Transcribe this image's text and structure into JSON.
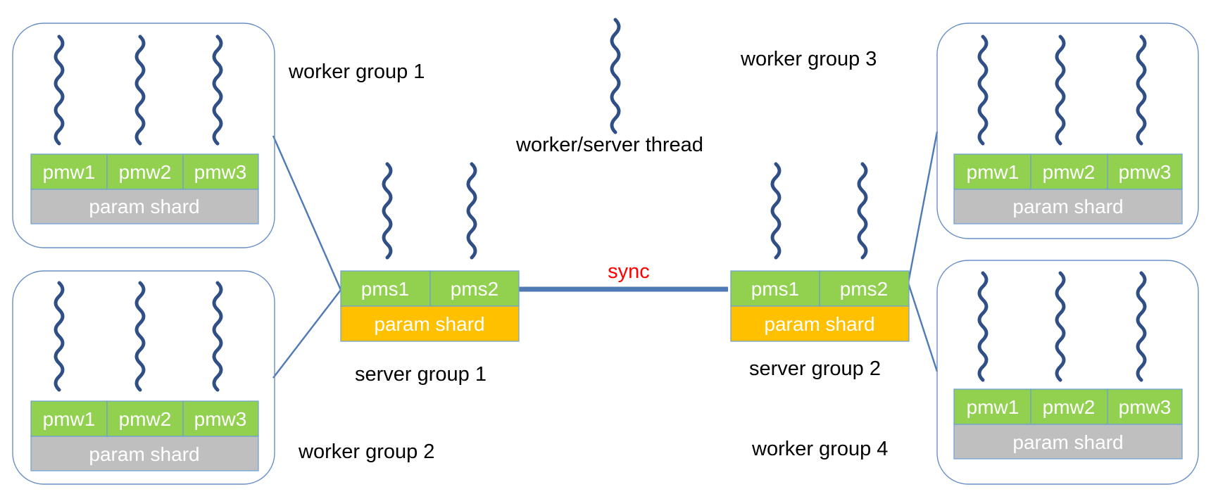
{
  "colors": {
    "thread": "#2f4f86",
    "group_border": "#6a8fc8",
    "connector": "#4f7ab6",
    "pm_green": "#92d050",
    "param_grey": "#bfbfbf",
    "param_orange": "#ffc000",
    "sync_red": "#ff0000"
  },
  "legend": {
    "thread_label": "worker/server thread"
  },
  "sync": {
    "label": "sync"
  },
  "worker_groups": [
    {
      "id": "wg1",
      "label": "worker group 1",
      "threads": 3,
      "cells": [
        "pmw1",
        "pmw2",
        "pmw3"
      ],
      "shard": "param shard"
    },
    {
      "id": "wg2",
      "label": "worker group 2",
      "threads": 3,
      "cells": [
        "pmw1",
        "pmw2",
        "pmw3"
      ],
      "shard": "param shard"
    },
    {
      "id": "wg3",
      "label": "worker group 3",
      "threads": 3,
      "cells": [
        "pmw1",
        "pmw2",
        "pmw3"
      ],
      "shard": "param shard"
    },
    {
      "id": "wg4",
      "label": "worker group 4",
      "threads": 3,
      "cells": [
        "pmw1",
        "pmw2",
        "pmw3"
      ],
      "shard": "param shard"
    }
  ],
  "server_groups": [
    {
      "id": "sg1",
      "label": "server group 1",
      "threads": 2,
      "cells": [
        "pms1",
        "pms2"
      ],
      "shard": "param shard"
    },
    {
      "id": "sg2",
      "label": "server group 2",
      "threads": 2,
      "cells": [
        "pms1",
        "pms2"
      ],
      "shard": "param shard"
    }
  ]
}
